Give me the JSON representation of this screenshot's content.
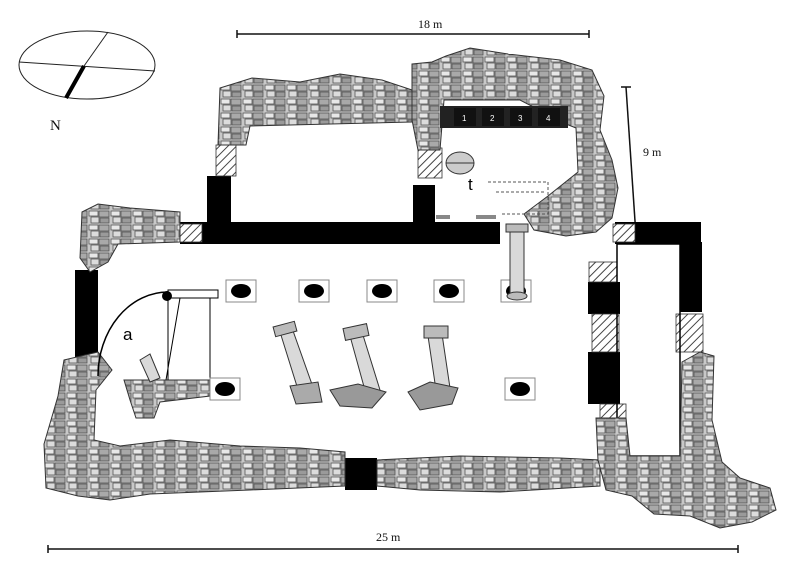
{
  "scales": {
    "top": "18 m",
    "right": "9 m",
    "bottom": "25 m"
  },
  "compass": {
    "label": "N",
    "icon": "north-arrow-icon"
  },
  "labels": {
    "apse": "a",
    "tank": "t"
  },
  "niches": [
    "1",
    "2",
    "3",
    "4"
  ],
  "colors": {
    "wall": "#000000",
    "stone": "#b9b9b9",
    "stone_dark": "#555555",
    "hatch": "#444444",
    "floor": "#ffffff"
  }
}
